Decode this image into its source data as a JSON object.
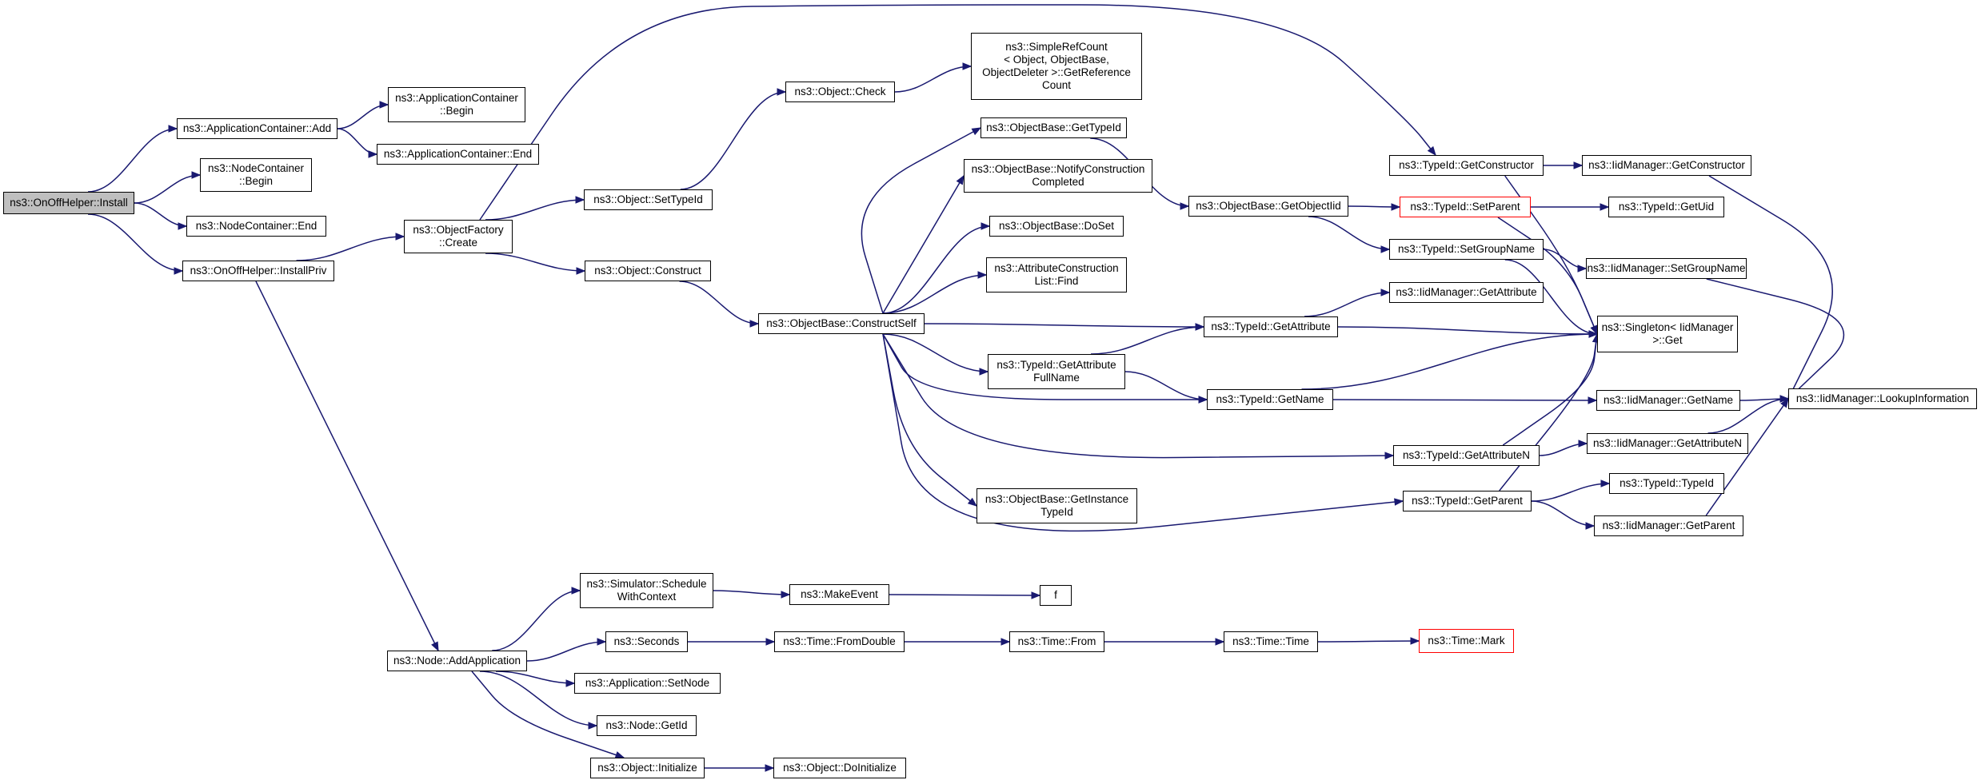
{
  "diagram": {
    "type": "call-graph",
    "colors": {
      "edge": "#191970",
      "root_fill": "#bfbfbf",
      "truncated_border": "#ff0000",
      "node_border": "#000000"
    },
    "nodes": [
      {
        "id": "n0",
        "label": "ns3::OnOffHelper::Install",
        "root": true
      },
      {
        "id": "n1",
        "label": "ns3::ApplicationContainer::Add"
      },
      {
        "id": "n2",
        "label": "ns3::NodeContainer\n::Begin"
      },
      {
        "id": "n3",
        "label": "ns3::NodeContainer::End"
      },
      {
        "id": "n4",
        "label": "ns3::OnOffHelper::InstallPriv"
      },
      {
        "id": "n5",
        "label": "ns3::ApplicationContainer\n::Begin"
      },
      {
        "id": "n6",
        "label": "ns3::ApplicationContainer::End"
      },
      {
        "id": "n7",
        "label": "ns3::ObjectFactory\n::Create"
      },
      {
        "id": "n8",
        "label": "ns3::Object::SetTypeId"
      },
      {
        "id": "n9",
        "label": "ns3::Object::Construct"
      },
      {
        "id": "n10",
        "label": "ns3::Object::Check"
      },
      {
        "id": "n11",
        "label": "ns3::SimpleRefCount\n< Object, ObjectBase,\n ObjectDeleter >::GetReference\nCount"
      },
      {
        "id": "n12",
        "label": "ns3::ObjectBase::ConstructSelf"
      },
      {
        "id": "n13",
        "label": "ns3::ObjectBase::GetTypeId"
      },
      {
        "id": "n14",
        "label": "ns3::ObjectBase::NotifyConstruction\nCompleted"
      },
      {
        "id": "n15",
        "label": "ns3::ObjectBase::DoSet"
      },
      {
        "id": "n16",
        "label": "ns3::AttributeConstruction\nList::Find"
      },
      {
        "id": "n17",
        "label": "ns3::TypeId::GetAttribute\nFullName"
      },
      {
        "id": "n18",
        "label": "ns3::ObjectBase::GetInstance\nTypeId"
      },
      {
        "id": "n19",
        "label": "ns3::ObjectBase::GetObjectIid"
      },
      {
        "id": "n20",
        "label": "ns3::TypeId::GetAttribute"
      },
      {
        "id": "n21",
        "label": "ns3::TypeId::GetName"
      },
      {
        "id": "n22",
        "label": "ns3::TypeId::GetConstructor"
      },
      {
        "id": "n23",
        "label": "ns3::TypeId::SetParent",
        "truncated": true
      },
      {
        "id": "n24",
        "label": "ns3::TypeId::SetGroupName"
      },
      {
        "id": "n25",
        "label": "ns3::IidManager::GetAttribute"
      },
      {
        "id": "n26",
        "label": "ns3::TypeId::GetAttributeN"
      },
      {
        "id": "n27",
        "label": "ns3::TypeId::GetParent"
      },
      {
        "id": "n28",
        "label": "ns3::IidManager::GetConstructor"
      },
      {
        "id": "n29",
        "label": "ns3::TypeId::GetUid"
      },
      {
        "id": "n30",
        "label": "ns3::IidManager::SetGroupName"
      },
      {
        "id": "n31",
        "label": "ns3::Singleton< IidManager\n >::Get"
      },
      {
        "id": "n32",
        "label": "ns3::IidManager::GetName"
      },
      {
        "id": "n33",
        "label": "ns3::IidManager::GetAttributeN"
      },
      {
        "id": "n34",
        "label": "ns3::TypeId::TypeId"
      },
      {
        "id": "n35",
        "label": "ns3::IidManager::GetParent"
      },
      {
        "id": "n36",
        "label": "ns3::IidManager::LookupInformation"
      },
      {
        "id": "n37",
        "label": "ns3::Node::AddApplication"
      },
      {
        "id": "n38",
        "label": "ns3::Simulator::Schedule\nWithContext"
      },
      {
        "id": "n39",
        "label": "ns3::Seconds"
      },
      {
        "id": "n40",
        "label": "ns3::Application::SetNode"
      },
      {
        "id": "n41",
        "label": "ns3::Node::GetId"
      },
      {
        "id": "n42",
        "label": "ns3::Object::Initialize"
      },
      {
        "id": "n43",
        "label": "ns3::MakeEvent"
      },
      {
        "id": "n44",
        "label": "f"
      },
      {
        "id": "n45",
        "label": "ns3::Time::FromDouble"
      },
      {
        "id": "n46",
        "label": "ns3::Time::From"
      },
      {
        "id": "n47",
        "label": "ns3::Time::Time"
      },
      {
        "id": "n48",
        "label": "ns3::Time::Mark",
        "truncated": true
      },
      {
        "id": "n49",
        "label": "ns3::Object::DoInitialize"
      }
    ],
    "edges": [
      [
        "n0",
        "n1"
      ],
      [
        "n0",
        "n2"
      ],
      [
        "n0",
        "n3"
      ],
      [
        "n0",
        "n4"
      ],
      [
        "n1",
        "n5"
      ],
      [
        "n1",
        "n6"
      ],
      [
        "n4",
        "n7"
      ],
      [
        "n4",
        "n37"
      ],
      [
        "n7",
        "n22"
      ],
      [
        "n7",
        "n8"
      ],
      [
        "n7",
        "n9"
      ],
      [
        "n8",
        "n10"
      ],
      [
        "n10",
        "n11"
      ],
      [
        "n9",
        "n12"
      ],
      [
        "n12",
        "n13"
      ],
      [
        "n12",
        "n14"
      ],
      [
        "n12",
        "n15"
      ],
      [
        "n12",
        "n16"
      ],
      [
        "n12",
        "n20"
      ],
      [
        "n12",
        "n17"
      ],
      [
        "n12",
        "n21"
      ],
      [
        "n12",
        "n26"
      ],
      [
        "n12",
        "n18"
      ],
      [
        "n12",
        "n27"
      ],
      [
        "n13",
        "n19"
      ],
      [
        "n19",
        "n23"
      ],
      [
        "n19",
        "n24"
      ],
      [
        "n17",
        "n20"
      ],
      [
        "n17",
        "n21"
      ],
      [
        "n20",
        "n25"
      ],
      [
        "n20",
        "n31"
      ],
      [
        "n21",
        "n31"
      ],
      [
        "n21",
        "n32"
      ],
      [
        "n22",
        "n28"
      ],
      [
        "n22",
        "n31"
      ],
      [
        "n23",
        "n29"
      ],
      [
        "n23",
        "n31"
      ],
      [
        "n24",
        "n30"
      ],
      [
        "n24",
        "n31"
      ],
      [
        "n26",
        "n31"
      ],
      [
        "n26",
        "n33"
      ],
      [
        "n27",
        "n31"
      ],
      [
        "n27",
        "n34"
      ],
      [
        "n27",
        "n35"
      ],
      [
        "n28",
        "n36"
      ],
      [
        "n30",
        "n36"
      ],
      [
        "n32",
        "n36"
      ],
      [
        "n33",
        "n36"
      ],
      [
        "n35",
        "n36"
      ],
      [
        "n37",
        "n38"
      ],
      [
        "n37",
        "n39"
      ],
      [
        "n37",
        "n40"
      ],
      [
        "n37",
        "n41"
      ],
      [
        "n37",
        "n42"
      ],
      [
        "n38",
        "n43"
      ],
      [
        "n43",
        "n44"
      ],
      [
        "n39",
        "n45"
      ],
      [
        "n45",
        "n46"
      ],
      [
        "n46",
        "n47"
      ],
      [
        "n47",
        "n48"
      ],
      [
        "n42",
        "n49"
      ]
    ]
  }
}
